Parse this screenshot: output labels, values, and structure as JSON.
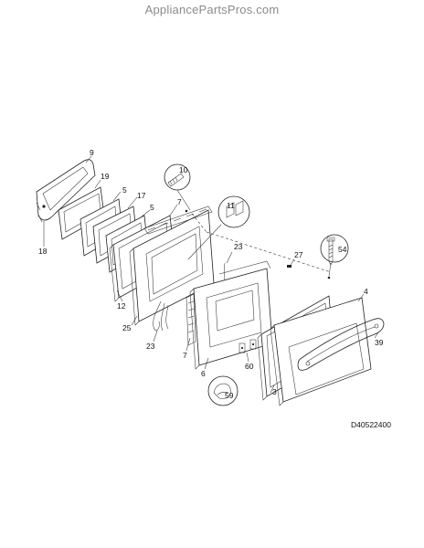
{
  "header": {
    "watermark": "AppliancePartsPros.com"
  },
  "diagram": {
    "part_numbers": {
      "p9": "9",
      "p19": "19",
      "p5a": "5",
      "p17": "17",
      "p5b": "5",
      "p7a": "7",
      "p18": "18",
      "p12": "12",
      "p25": "25",
      "p23a": "23",
      "p23b": "23",
      "p7b": "7",
      "p6": "6",
      "p60": "60",
      "p3": "3",
      "p27": "27",
      "p4": "4",
      "p39": "39",
      "p10": "10",
      "p11": "11",
      "p54": "54",
      "p59": "59"
    },
    "drawing_id": "D40522400"
  }
}
